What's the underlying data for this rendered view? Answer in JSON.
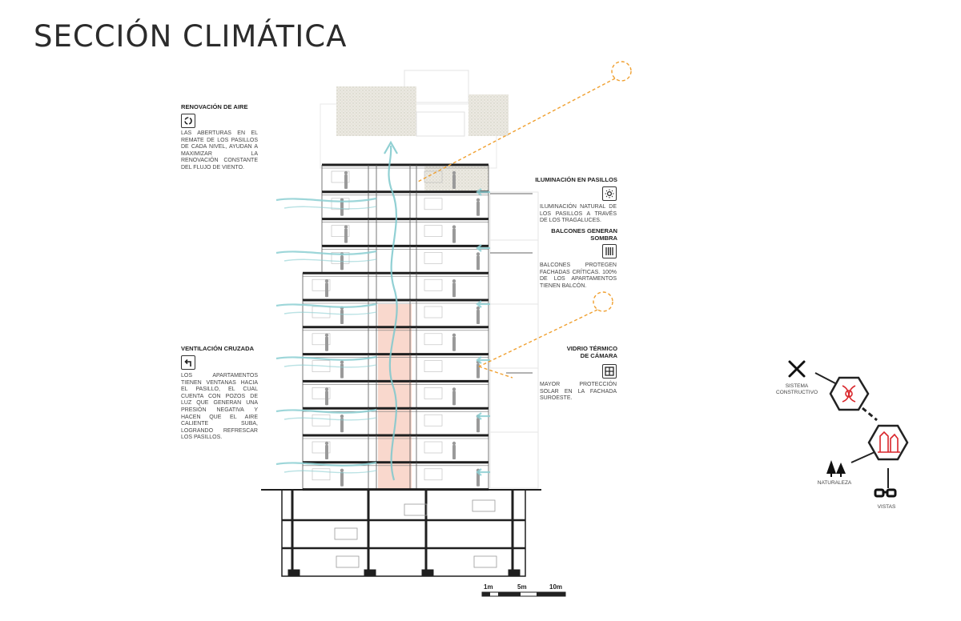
{
  "title": "SECCIÓN CLIMÁTICA",
  "annotations": {
    "renovacion": {
      "heading": "RENOVACIÓN DE AIRE",
      "body": "LAS ABERTURAS EN EL REMATE DE LOS PASILLOS DE CADA NIVEL, AYUDAN A MAXIMIZAR LA RENOVACIÓN CONSTANTE DEL FLUJO DE VIENTO.",
      "icon": "recycle-arrows-icon"
    },
    "ventilacion": {
      "heading": "VENTILACIÓN CRUZADA",
      "body": "LOS APARTAMENTOS TIENEN VENTANAS HACIA EL PASILLO, EL CUAL CUENTA CON POZOS DE LUZ QUE GENERAN UNA PRESIÓN NEGATIVA Y HACEN QUE EL AIRE CALIENTE SUBA, LOGRANDO REFRESCAR LOS PASILLOS.",
      "icon": "turn-arrow-icon"
    },
    "iluminacion": {
      "heading": "ILUMINACIÓN EN PASILLOS",
      "body": "ILUMINACIÓN NATURAL DE LOS PASILLOS A TRAVÉS DE LOS TRAGALUCES.",
      "icon": "sun-icon"
    },
    "balcones": {
      "heading_1": "BALCONES GENERAN",
      "heading_2": "SOMBRA",
      "body": "BALCONES PROTEGEN FACHADAS CRÍTICAS. 100% DE LOS APARTAMENTOS TIENEN BALCÓN.",
      "icon": "louvers-icon"
    },
    "vidrio": {
      "heading_1": "VIDRIO TÉRMICO",
      "heading_2": "DE CÁMARA",
      "body": "MAYOR PROTECCIÓN SOLAR EN LA FACHADA SUROESTE.",
      "icon": "window-pane-icon"
    }
  },
  "scale_bar": {
    "labels": [
      "1m",
      "5m",
      "10m"
    ]
  },
  "network": {
    "nodes": [
      "SISTEMA CONSTRUCTIVO",
      "NATURALEZA",
      "VISTAS"
    ],
    "accent": "#d9262b"
  },
  "colors": {
    "sun_path": "#f0a030",
    "air": "#7ec8cc",
    "heat": "#f6c7b8",
    "structure": "#1f1f1f"
  }
}
